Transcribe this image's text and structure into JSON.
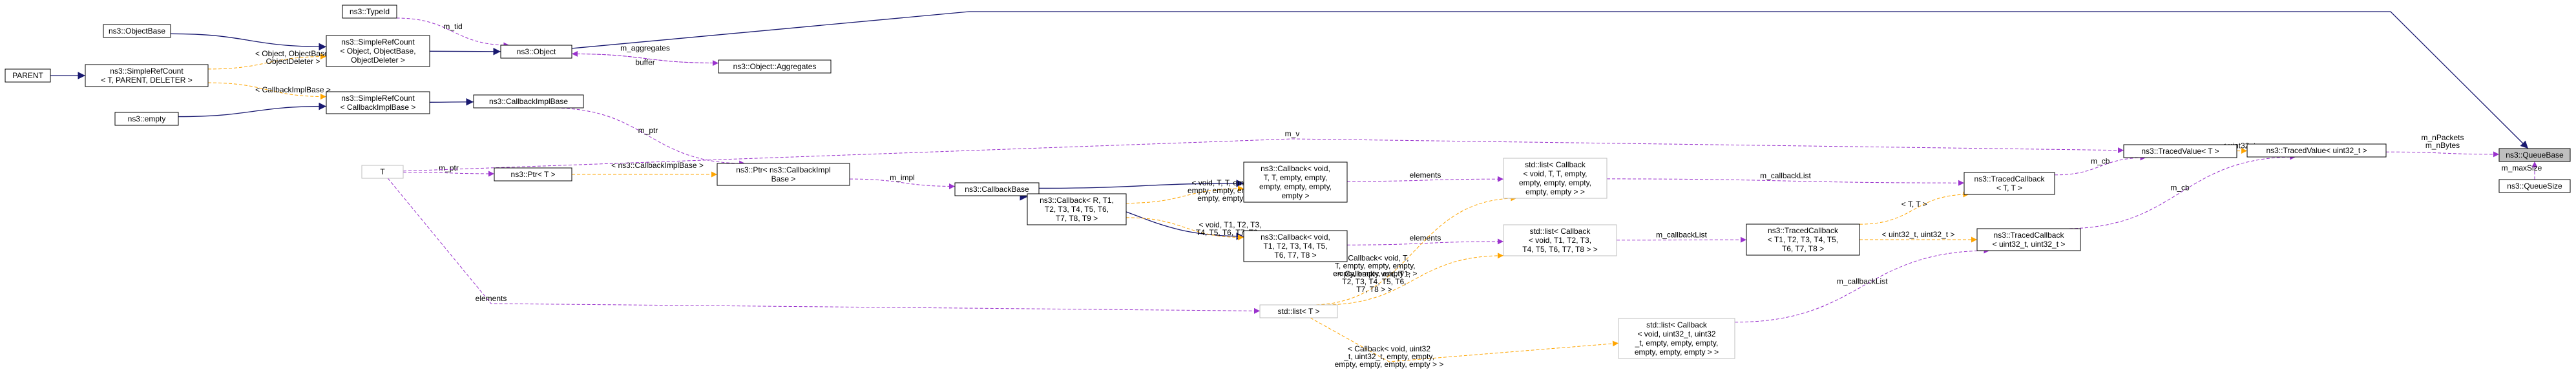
{
  "colors": {
    "inheritance_edge": "#191970",
    "usage_edge": "#9a32cd",
    "template_edge": "#ffa500",
    "node_border": "#000000",
    "undocumented_node_border": "#bfbfbf",
    "highlight_fill": "#bfbfbf"
  },
  "nodes": [
    {
      "id": "typeid",
      "lines": [
        "ns3::TypeId"
      ]
    },
    {
      "id": "objectbase",
      "lines": [
        "ns3::ObjectBase"
      ]
    },
    {
      "id": "srcount_object",
      "lines": [
        "ns3::SimpleRefCount",
        "< Object, ObjectBase,",
        "ObjectDeleter >"
      ]
    },
    {
      "id": "object",
      "lines": [
        "ns3::Object"
      ]
    },
    {
      "id": "aggregates",
      "lines": [
        "ns3::Object::Aggregates"
      ]
    },
    {
      "id": "parent",
      "lines": [
        "PARENT"
      ]
    },
    {
      "id": "srcount_tpl",
      "lines": [
        "ns3::SimpleRefCount",
        "< T, PARENT, DELETER >"
      ]
    },
    {
      "id": "empty",
      "lines": [
        "ns3::empty"
      ]
    },
    {
      "id": "srcount_cb",
      "lines": [
        "ns3::SimpleRefCount",
        "< CallbackImplBase >"
      ]
    },
    {
      "id": "cbimplbase",
      "lines": [
        "ns3::CallbackImplBase"
      ]
    },
    {
      "id": "T",
      "lines": [
        "T"
      ]
    },
    {
      "id": "ptr_T",
      "lines": [
        "ns3::Ptr< T >"
      ]
    },
    {
      "id": "ptr_cbimpl",
      "lines": [
        "ns3::Ptr< ns3::CallbackImpl",
        "Base >"
      ]
    },
    {
      "id": "callbackbase",
      "lines": [
        "ns3::CallbackBase"
      ]
    },
    {
      "id": "callback_tpl",
      "lines": [
        "ns3::Callback< R, T1,",
        "T2, T3, T4, T5, T6,",
        "T7, T8, T9 >"
      ]
    },
    {
      "id": "callback_void_T",
      "lines": [
        "ns3::Callback< void,",
        "T, T, empty, empty,",
        "empty, empty, empty,",
        "empty >"
      ]
    },
    {
      "id": "callback_void_T8",
      "lines": [
        "ns3::Callback< void,",
        "T1, T2, T3, T4, T5,",
        "T6, T7, T8 >"
      ]
    },
    {
      "id": "list_cb_TT",
      "lines": [
        "std::list< Callback",
        "< void, T, T, empty,",
        "empty, empty, empty,",
        "empty, empty > >"
      ]
    },
    {
      "id": "list_cb_T8",
      "lines": [
        "std::list< Callback",
        "< void, T1, T2, T3,",
        "T4, T5, T6, T7, T8 > >"
      ]
    },
    {
      "id": "list_T",
      "lines": [
        "std::list< T >"
      ]
    },
    {
      "id": "list_cb_u32",
      "lines": [
        "std::list< Callback",
        "< void, uint32_t, uint32",
        "_t, empty, empty, empty,",
        "empty, empty, empty > >"
      ]
    },
    {
      "id": "tracedvalue_T",
      "lines": [
        "ns3::TracedValue< T >"
      ]
    },
    {
      "id": "tracedcb_TT",
      "lines": [
        "ns3::TracedCallback",
        "< T, T >"
      ]
    },
    {
      "id": "tracedcb_T8",
      "lines": [
        "ns3::TracedCallback",
        "< T1, T2, T3, T4, T5,",
        "T6, T7, T8 >"
      ]
    },
    {
      "id": "tracedvalue_u32",
      "lines": [
        "ns3::TracedValue< uint32_t >"
      ]
    },
    {
      "id": "tracedcb_u32",
      "lines": [
        "ns3::TracedCallback",
        "< uint32_t, uint32_t >"
      ]
    },
    {
      "id": "queuesize",
      "lines": [
        "ns3::QueueSize"
      ]
    },
    {
      "id": "queuebase",
      "lines": [
        "ns3::QueueBase"
      ]
    }
  ],
  "edges": [
    {
      "id": "e1",
      "kind": "inheritance",
      "from": "objectbase",
      "to": "srcount_object",
      "label": []
    },
    {
      "id": "e2",
      "kind": "inheritance",
      "from": "srcount_object",
      "to": "object",
      "label": []
    },
    {
      "id": "e3",
      "kind": "inheritance",
      "from": "object",
      "to": "queuebase",
      "label": []
    },
    {
      "id": "e4",
      "kind": "usage",
      "from": "typeid",
      "to": "object",
      "label": [
        "m_tid"
      ]
    },
    {
      "id": "e5",
      "kind": "usage",
      "from": "object",
      "to": "aggregates",
      "label": [
        "m_aggregates"
      ]
    },
    {
      "id": "e6",
      "kind": "usage",
      "from": "aggregates",
      "to": "object",
      "label": [
        "buffer"
      ]
    },
    {
      "id": "e7",
      "kind": "inheritance",
      "from": "parent",
      "to": "srcount_tpl",
      "label": []
    },
    {
      "id": "e8",
      "kind": "template",
      "from": "srcount_tpl",
      "to": "srcount_object",
      "label": [
        "< Object, ObjectBase,",
        "ObjectDeleter >"
      ]
    },
    {
      "id": "e9",
      "kind": "template",
      "from": "srcount_tpl",
      "to": "srcount_cb",
      "label": [
        "< CallbackImplBase >"
      ]
    },
    {
      "id": "e10",
      "kind": "inheritance",
      "from": "empty",
      "to": "srcount_cb",
      "label": []
    },
    {
      "id": "e11",
      "kind": "inheritance",
      "from": "srcount_cb",
      "to": "cbimplbase",
      "label": []
    },
    {
      "id": "e12",
      "kind": "usage",
      "from": "cbimplbase",
      "to": "ptr_cbimpl",
      "label": [
        "m_ptr"
      ]
    },
    {
      "id": "e13",
      "kind": "usage",
      "from": "T",
      "to": "ptr_T",
      "label": [
        "m_ptr"
      ]
    },
    {
      "id": "e14",
      "kind": "template",
      "from": "ptr_T",
      "to": "ptr_cbimpl",
      "label": [
        "< ns3::CallbackImplBase >"
      ]
    },
    {
      "id": "e15",
      "kind": "usage",
      "from": "ptr_cbimpl",
      "to": "callbackbase",
      "label": [
        "m_impl"
      ]
    },
    {
      "id": "e16",
      "kind": "inheritance",
      "from": "callbackbase",
      "to": "callback_void_T",
      "label": []
    },
    {
      "id": "e17",
      "kind": "inheritance",
      "from": "callbackbase",
      "to": "callback_tpl",
      "label": []
    },
    {
      "id": "e18",
      "kind": "inheritance",
      "from": "callbackbase",
      "to": "callback_void_T8",
      "label": []
    },
    {
      "id": "e19",
      "kind": "template",
      "from": "callback_tpl",
      "to": "callback_void_T",
      "label": [
        "< void, T, T, empty,",
        "empty, empty, empty,",
        "empty, empty >"
      ]
    },
    {
      "id": "e20",
      "kind": "template",
      "from": "callback_tpl",
      "to": "callback_void_T8",
      "label": [
        "< void, T1, T2, T3,",
        "T4, T5, T6, T7, T8 >"
      ]
    },
    {
      "id": "e21",
      "kind": "usage",
      "from": "callback_void_T",
      "to": "list_cb_TT",
      "label": [
        "elements"
      ]
    },
    {
      "id": "e22",
      "kind": "usage",
      "from": "callback_void_T8",
      "to": "list_cb_T8",
      "label": [
        "elements"
      ]
    },
    {
      "id": "e23",
      "kind": "usage",
      "from": "T",
      "to": "list_T",
      "label": [
        "elements"
      ]
    },
    {
      "id": "e24",
      "kind": "template",
      "from": "list_T",
      "to": "list_cb_TT",
      "label": [
        "< Callback< void, T,",
        "T, empty, empty, empty,",
        "empty, empty, empty > >"
      ]
    },
    {
      "id": "e25",
      "kind": "template",
      "from": "list_T",
      "to": "list_cb_T8",
      "label": [
        "< Callback< void, T1,",
        "T2, T3, T4, T5, T6,",
        "T7, T8 > >"
      ]
    },
    {
      "id": "e26",
      "kind": "template",
      "from": "list_T",
      "to": "list_cb_u32",
      "label": [
        "< Callback< void, uint32",
        "_t, uint32_t, empty, empty,",
        "empty, empty, empty, empty > >"
      ]
    },
    {
      "id": "e27",
      "kind": "usage",
      "from": "T",
      "to": "tracedvalue_T",
      "label": [
        "m_v"
      ]
    },
    {
      "id": "e28",
      "kind": "usage",
      "from": "list_cb_TT",
      "to": "tracedcb_TT",
      "label": [
        "m_callbackList"
      ]
    },
    {
      "id": "e29",
      "kind": "usage",
      "from": "list_cb_T8",
      "to": "tracedcb_T8",
      "label": [
        "m_callbackList"
      ]
    },
    {
      "id": "e30",
      "kind": "usage",
      "from": "list_cb_u32",
      "to": "tracedcb_u32",
      "label": [
        "m_callbackList"
      ]
    },
    {
      "id": "e31",
      "kind": "usage",
      "from": "tracedcb_TT",
      "to": "tracedvalue_T",
      "label": [
        "m_cb"
      ]
    },
    {
      "id": "e32",
      "kind": "template",
      "from": "tracedcb_T8",
      "to": "tracedcb_TT",
      "label": [
        "< T, T >"
      ]
    },
    {
      "id": "e33",
      "kind": "template",
      "from": "tracedcb_T8",
      "to": "tracedcb_u32",
      "label": [
        "< uint32_t, uint32_t >"
      ]
    },
    {
      "id": "e34",
      "kind": "template",
      "from": "tracedvalue_T",
      "to": "tracedvalue_u32",
      "label": [
        "< uint32_t >"
      ]
    },
    {
      "id": "e35",
      "kind": "usage",
      "from": "tracedcb_u32",
      "to": "tracedvalue_u32",
      "label": [
        "m_cb"
      ]
    },
    {
      "id": "e36",
      "kind": "usage",
      "from": "tracedvalue_u32",
      "to": "queuebase",
      "label": [
        "m_nPackets",
        "m_nBytes"
      ]
    },
    {
      "id": "e37",
      "kind": "usage",
      "from": "queuesize",
      "to": "queuebase",
      "label": [
        "m_maxSize"
      ]
    }
  ]
}
